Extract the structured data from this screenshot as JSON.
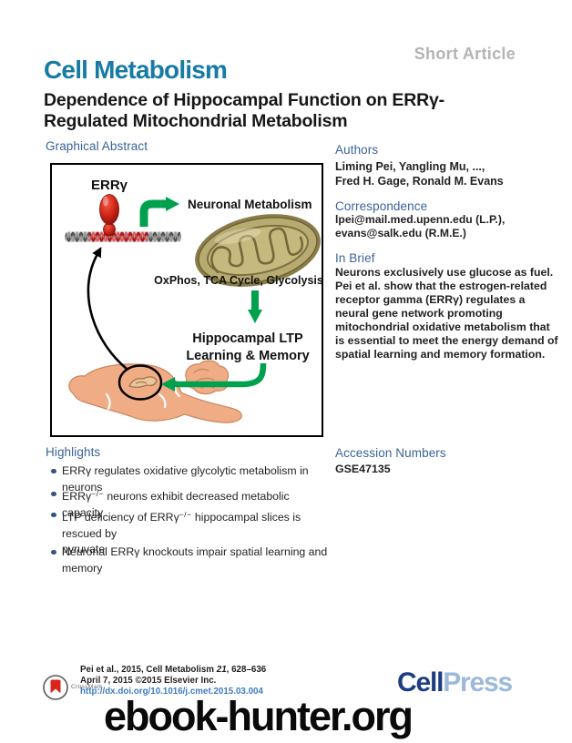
{
  "page": {
    "article_type": "Short Article",
    "journal_name": "Cell Metabolism",
    "title": "Dependence of Hippocampal Function on ERRγ-Regulated Mitochondrial Metabolism"
  },
  "colors": {
    "journal_teal": "#177ba3",
    "section_heading_blue": "#3a6398",
    "arrow_green": "#00a14e",
    "errg_red": "#c3201f",
    "brain_salmon": "#efac85",
    "mitochondrion_olive": "#b8ab72",
    "watermark_black": "#0a0a0a",
    "cellpress_dark_blue": "#1d3c84",
    "cellpress_light_blue": "#9cb9da"
  },
  "graphical_abstract": {
    "heading": "Graphical Abstract",
    "labels": {
      "errg": "ERRγ",
      "neuronal_metabolism": "Neuronal Metabolism",
      "oxphos": "OxPhos, TCA Cycle, Glycolysis",
      "ltp_line1": "Hippocampal LTP",
      "ltp_line2": "Learning & Memory"
    }
  },
  "authors": {
    "heading": "Authors",
    "lines": [
      "Liming Pei, Yangling Mu, ...,",
      "Fred H. Gage, Ronald M. Evans"
    ]
  },
  "correspondence": {
    "heading": "Correspondence",
    "lines": [
      "lpei@mail.med.upenn.edu (L.P.),",
      "evans@salk.edu (R.M.E.)"
    ]
  },
  "in_brief": {
    "heading": "In Brief",
    "lines": [
      "Neurons exclusively use glucose as fuel.",
      "Pei et al. show that the estrogen-related",
      "receptor gamma (ERRγ) regulates a",
      "neural gene network promoting",
      "mitochondrial oxidative metabolism that",
      "is essential to meet the energy demand of",
      "spatial learning and memory formation."
    ]
  },
  "highlights": {
    "heading": "Highlights",
    "items": [
      [
        {
          "t": "ERRγ regulates oxidative glycolytic metabolism in neurons"
        }
      ],
      [
        {
          "t": "ERRγ"
        },
        {
          "t": "−/−",
          "sup": true
        },
        {
          "t": " neurons exhibit decreased metabolic capacity"
        }
      ],
      [
        {
          "t": "LTP deficiency of ERRγ"
        },
        {
          "t": "−/−",
          "sup": true
        },
        {
          "t": " hippocampal slices is rescued by"
        },
        {
          "br": true
        },
        {
          "t": "pyruvate"
        }
      ],
      [
        {
          "t": "Neuronal ERRγ knockouts impair spatial learning and"
        },
        {
          "br": true
        },
        {
          "t": "memory"
        }
      ]
    ]
  },
  "accession": {
    "heading": "Accession Numbers",
    "value": "GSE47135"
  },
  "footer": {
    "crossmark_label": "CrossMark",
    "citation_line1": [
      {
        "t": "Pei et al., 2015, Cell Metabolism "
      },
      {
        "t": "21",
        "i": true
      },
      {
        "t": ", 628–636"
      }
    ],
    "citation_line2": "April 7, 2015 ©2015 Elsevier Inc.",
    "doi": "http://dx.doi.org/10.1016/j.cmet.2015.03.004",
    "publisher_cell": "Cell",
    "publisher_press": "Press"
  },
  "watermark": "ebook-hunter.org"
}
